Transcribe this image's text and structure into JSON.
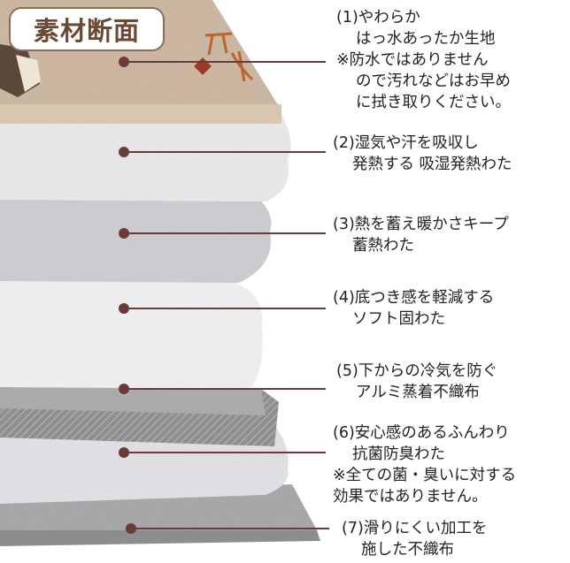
{
  "title": "素材断面",
  "colors": {
    "leader_line": "#6b3a3a",
    "title_text": "#6b4a35",
    "top_fabric": "#cbb49a",
    "cotton_light": "#f2f2f4",
    "cotton_grey": "#c9c9cc",
    "nonwoven_dark": "#9a9a9c"
  },
  "layers": [
    {
      "id": "1",
      "lines": [
        "(1)やわらか",
        "はっ水あったか生地",
        "※防水ではありません",
        "ので汚れなどはお早め",
        "に拭き取りください。"
      ]
    },
    {
      "id": "2",
      "lines": [
        "(2)湿気や汗を吸収し",
        "発熱する 吸湿発熱わた"
      ]
    },
    {
      "id": "3",
      "lines": [
        "(3)熱を蓄え暖かさキープ",
        "蓄熱わた"
      ]
    },
    {
      "id": "4",
      "lines": [
        "(4)底つき感を軽減する",
        "ソフト固わた"
      ]
    },
    {
      "id": "5",
      "lines": [
        "(5)下からの冷気を防ぐ",
        "アルミ蒸着不織布"
      ]
    },
    {
      "id": "6",
      "lines": [
        "(6)安心感のあるふんわり",
        "抗菌防臭わた",
        "※全ての菌・臭いに対する",
        "効果ではありません。"
      ]
    },
    {
      "id": "7",
      "lines": [
        "(7)滑りにくい加工を",
        "施した不織布"
      ]
    }
  ]
}
